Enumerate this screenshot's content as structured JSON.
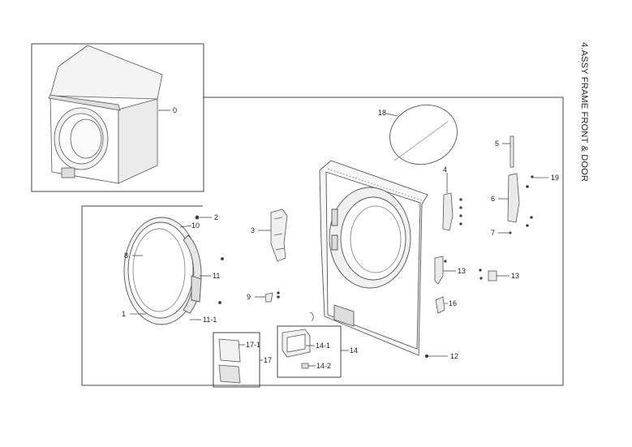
{
  "page": {
    "title": "4.ASSY FRAME FRONT & DOOR"
  },
  "labels": {
    "p0": "0",
    "p1": "1",
    "p2": "2",
    "p3": "3",
    "p4": "4",
    "p5": "5",
    "p6": "6",
    "p7": "7",
    "p8": "8",
    "p9": "9",
    "p10": "10",
    "p11": "11",
    "p11_1": "11-1",
    "p12": "12",
    "p13a": "13",
    "p13b": "13",
    "p14": "14",
    "p14_1": "14-1",
    "p14_2": "14-2",
    "p16": "16",
    "p17": "17",
    "p17_1": "17-1",
    "p18": "18",
    "p19": "19"
  },
  "colors": {
    "line": "#444444",
    "part_stroke": "#555555",
    "part_fill": "#ffffff",
    "shade": "#dcdcdc"
  }
}
